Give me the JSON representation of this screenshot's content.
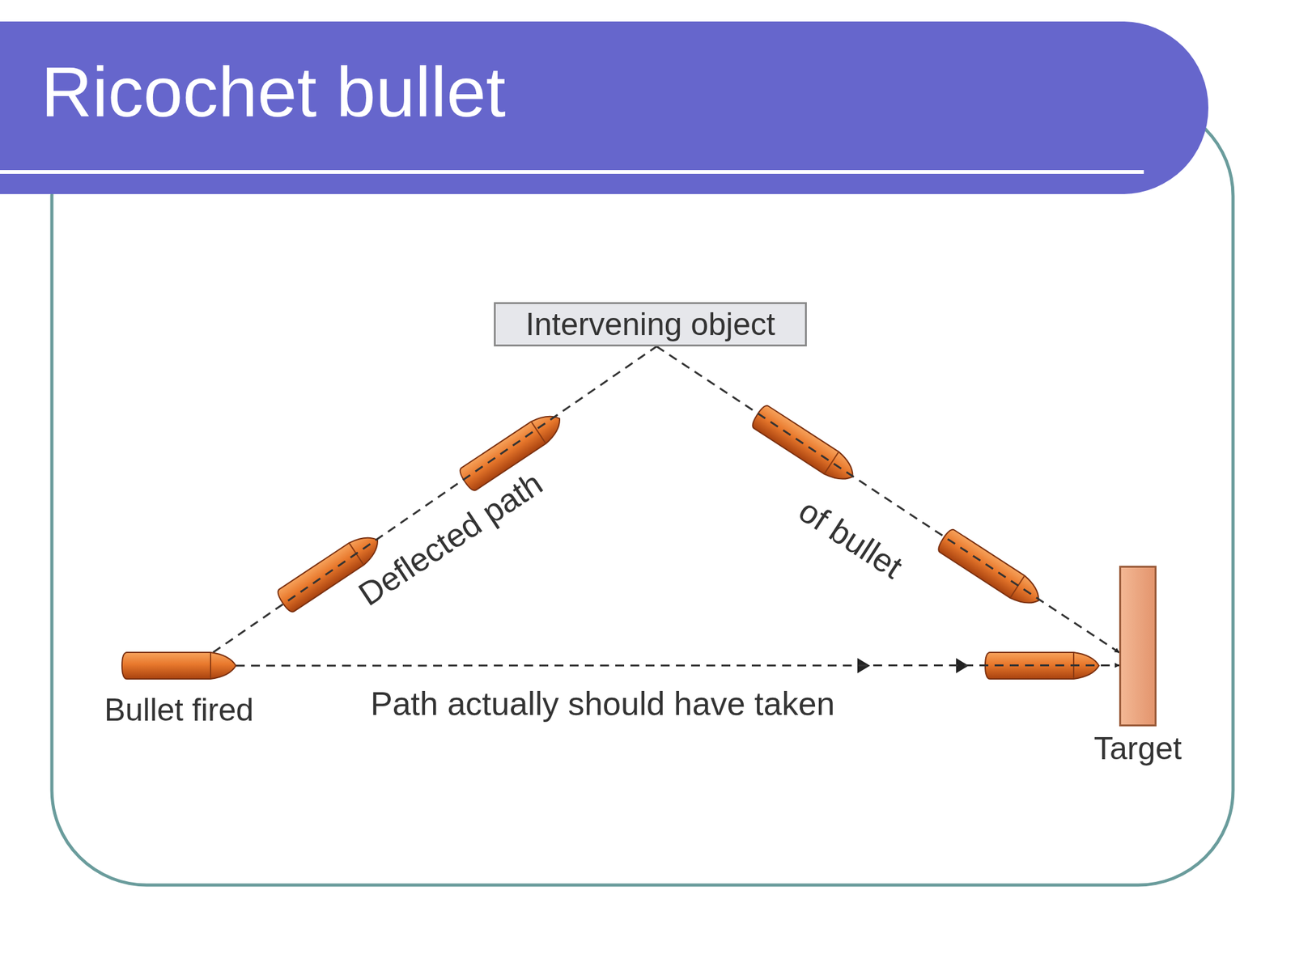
{
  "diagram": {
    "title": "Ricochet bullet",
    "nodes": [
      {
        "text": [
          "Intervening object"
        ]
      },
      {
        "text": [
          "Bullet fired"
        ]
      },
      {
        "text": [
          "Target"
        ]
      }
    ],
    "edges": [
      {
        "from": 1,
        "to": 0,
        "arrow": "none",
        "label": "Deflected path"
      },
      {
        "from": 0,
        "to": 2,
        "arrow": "to",
        "label": "of bullet"
      },
      {
        "from": 1,
        "to": 2,
        "arrow": "to",
        "label": "Path actually should have taken"
      }
    ]
  }
}
